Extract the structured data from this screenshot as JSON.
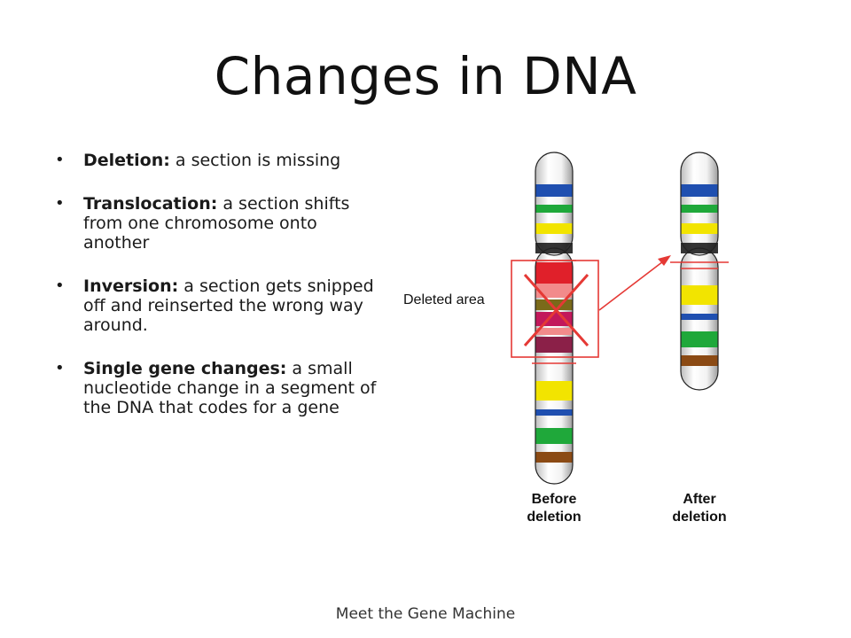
{
  "slide": {
    "title": "Changes in DNA",
    "footer": "Meet the Gene Machine"
  },
  "bullets": [
    {
      "term": "Deletion:",
      "text": " a section is missing"
    },
    {
      "term": "Translocation:",
      "text": " a section shifts from one chromosome onto another"
    },
    {
      "term": "Inversion:",
      "text": " a section gets snipped off and reinserted the wrong way around."
    },
    {
      "term": "Single gene changes:",
      "text": " a small nucleotide change in a segment of the DNA that codes for a gene"
    }
  ],
  "diagram": {
    "deleted_area_label": "Deleted area",
    "before_label_line1": "Before",
    "before_label_line2": "deletion",
    "after_label_line1": "After",
    "after_label_line2": "deletion",
    "colors": {
      "blue": "#1f4fb0",
      "green": "#1fa83a",
      "yellow": "#f2e400",
      "red": "#e0202a",
      "pink": "#f28b8b",
      "olive": "#7a6a1a",
      "magenta": "#c2185b",
      "maroon": "#8b2048",
      "brown": "#8b4a14",
      "marker": "#e53935"
    }
  }
}
